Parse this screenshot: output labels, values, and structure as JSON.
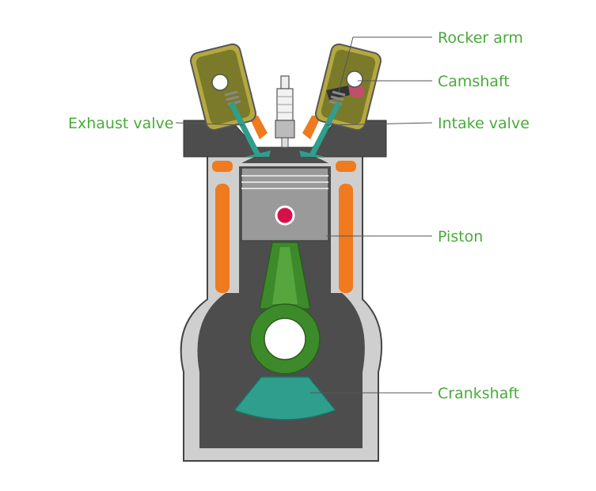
{
  "labels": {
    "rocker_arm": "Rocker arm",
    "camshaft": "Camshaft",
    "exhaust_valve": "Exhaust valve",
    "intake_valve": "Intake valve",
    "piston": "Piston",
    "crankshaft": "Crankshaft"
  },
  "colors": {
    "label": "#4aa93a",
    "block": "#cfcfcf",
    "dark": "#4d4d4d",
    "coolant": "#f07a1e",
    "piston": "#9a9a9a",
    "rod": "#3d8a2a",
    "counterweight": "#2f9e8c",
    "cam_housing": "#b5a840",
    "pin": "#d8104a"
  }
}
